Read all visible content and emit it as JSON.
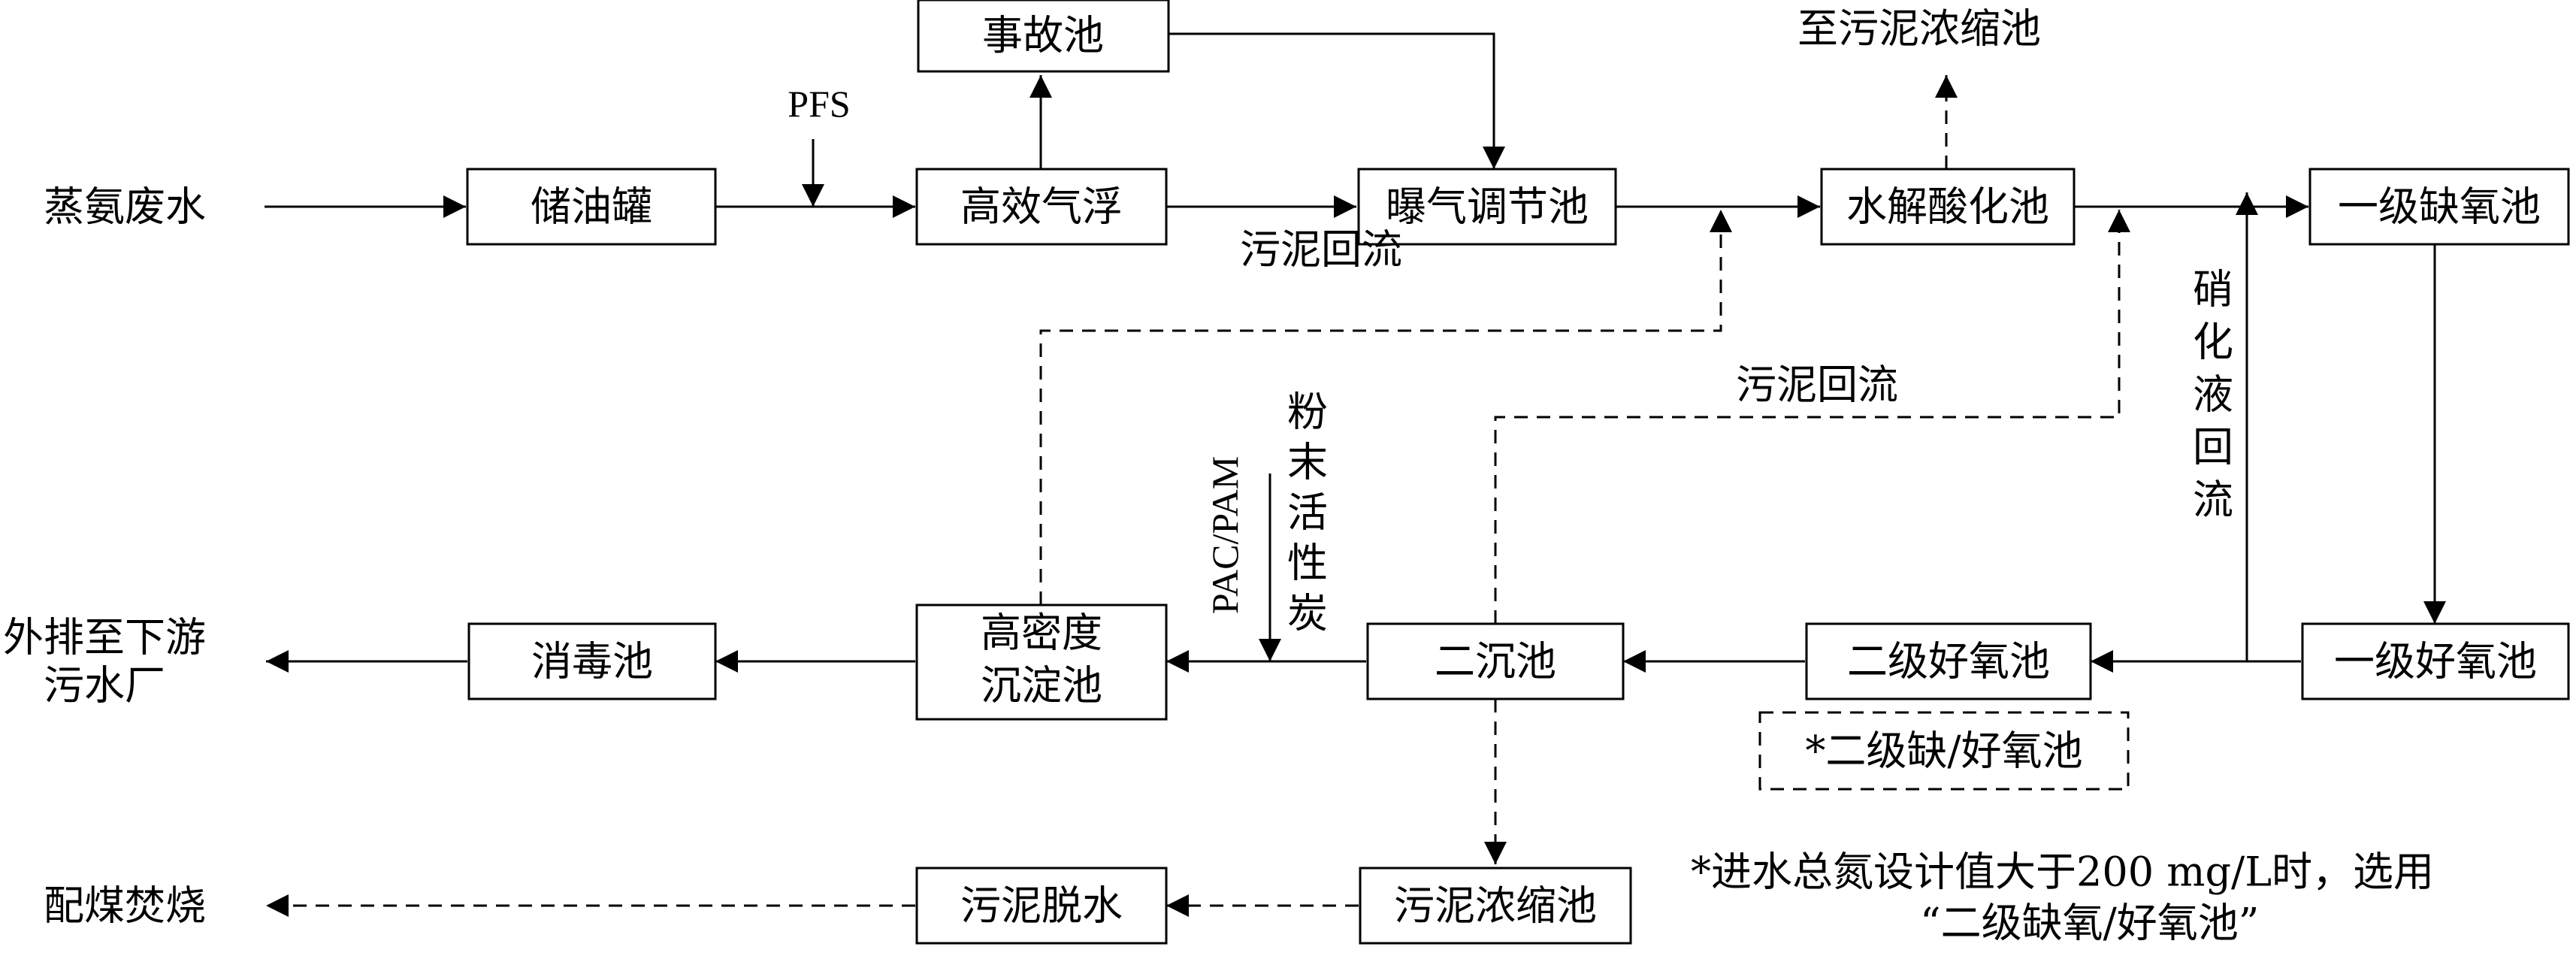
{
  "nodes": {
    "input": "蒸氨废水",
    "oil_tank": "储油罐",
    "accident_pool": "事故池",
    "air_flotation": "高效气浮",
    "aeration_pool": "曝气调节池",
    "hydrolysis_pool": "水解酸化池",
    "anoxic_1": "一级缺氧池",
    "aerobic_1": "一级好氧池",
    "aerobic_2": "二级好氧池",
    "anoxic_aerobic_2": "*二级缺/好氧池",
    "secondary_settling": "二沉池",
    "high_density_line1": "高密度",
    "high_density_line2": "沉淀池",
    "disinfection": "消毒池",
    "output_line1": "外排至下游",
    "output_line2": "污水厂",
    "sludge_thickener": "污泥浓缩池",
    "sludge_dewatering": "污泥脱水",
    "incineration": "配煤焚烧",
    "to_thickener": "至污泥浓缩池"
  },
  "labels": {
    "pfs": "PFS",
    "sludge_return_1": "污泥回流",
    "sludge_return_2": "污泥回流",
    "nitrification_return": [
      "硝",
      "化",
      "液",
      "回",
      "流"
    ],
    "pac_pam": "PAC/PAM",
    "activated_carbon": [
      "粉",
      "末",
      "活",
      "性",
      "炭"
    ]
  },
  "note": {
    "line1": "*进水总氮设计值大于200 mg/L时，选用",
    "line2": "“二级缺氧/好氧池”"
  }
}
